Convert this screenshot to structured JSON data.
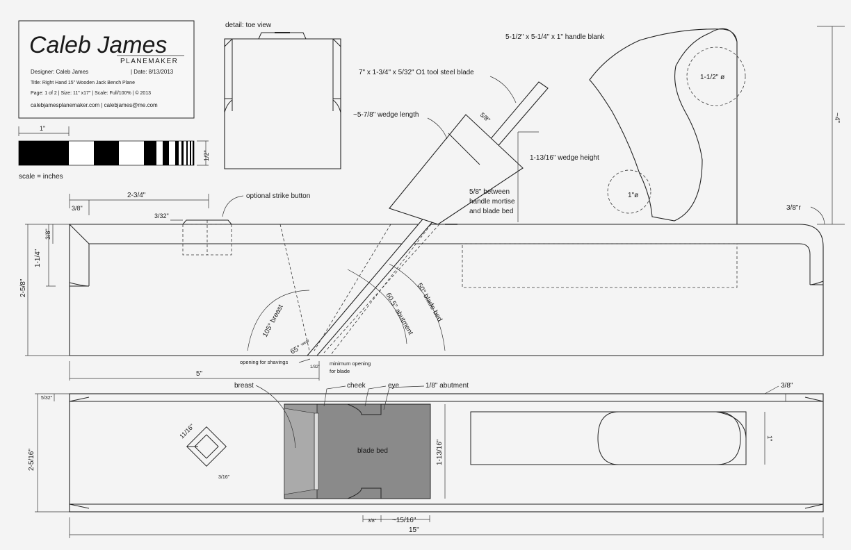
{
  "title_block": {
    "logo_name": "Caleb James",
    "logo_sub": "PLANEMAKER",
    "designer": "Designer: Caleb James",
    "date": "|  Date: 8/13/2013",
    "title": "Title: Right Hand 15\" Wooden Jack Bench Plane",
    "page_info": "Page: 1 of 2  | Size: 11\" x17\"  | Scale: Full/100%   |  © 2013",
    "contact": "calebjamesplanemaker.com  |  calebjames@me.com"
  },
  "scale_bar": {
    "one_inch": "1\"",
    "half_inch": "1/2\"",
    "caption": "scale = inches"
  },
  "toe_view": {
    "title": "detail: toe view"
  },
  "side_view": {
    "handle_blank": "5-1/2\" x 5-1/4\" x 1\" handle blank",
    "blade": "7\" x 1-3/4\" x 5/32\" O1 tool steel blade",
    "wedge_length": "~5-7/8\" wedge length",
    "wedge_tip": "5/8\"",
    "wedge_height": "1-13/16\"  wedge height",
    "between_1": "5/8\" between",
    "between_2": "handle mortise",
    "between_3": "and blade bed",
    "circle_large": "1-1/2\" ø",
    "circle_small": "1\"ø",
    "height_4": "~4\"",
    "radius": "3/8\"r",
    "strike_button": "optional strike button",
    "dim_2_3_4": "2-3/4\"",
    "dim_3_8": "3/8\"",
    "dim_3_32": "3/32\"",
    "dim_3_8_v": "3/8\"",
    "dim_1_1_4": "1-1/4\"",
    "dim_2_5_8": "2-5/8\"",
    "breast_angle": "105° breast",
    "wear_angle": "65°",
    "wear_label": "wear",
    "abutment_angle": "60.5° abutment",
    "bed_angle": "50° blade bed",
    "opening_shavings": "opening for shavings",
    "min_opening_1": "minimum opening",
    "min_opening_2": "for blade",
    "dim_1_32": "1/32\"",
    "dim_5": "5\""
  },
  "top_view": {
    "breast": "breast",
    "cheek": "cheek",
    "eye": "eye",
    "abutment": "1/8\" abutment",
    "blade_bed": "blade bed",
    "dim_3_8_right": "3/8\"",
    "dim_5_32": "5/32\"",
    "dim_2_5_16": "2-5/16\"",
    "dim_11_16": "11/16\"",
    "dim_3_16": "3/16\"",
    "dim_1_13_16": "1-13/16\"",
    "dim_1": "1\"",
    "dim_3_8_bottom": "3/8\"",
    "dim_15_16": "~15/16\"",
    "dim_15": "15\""
  }
}
